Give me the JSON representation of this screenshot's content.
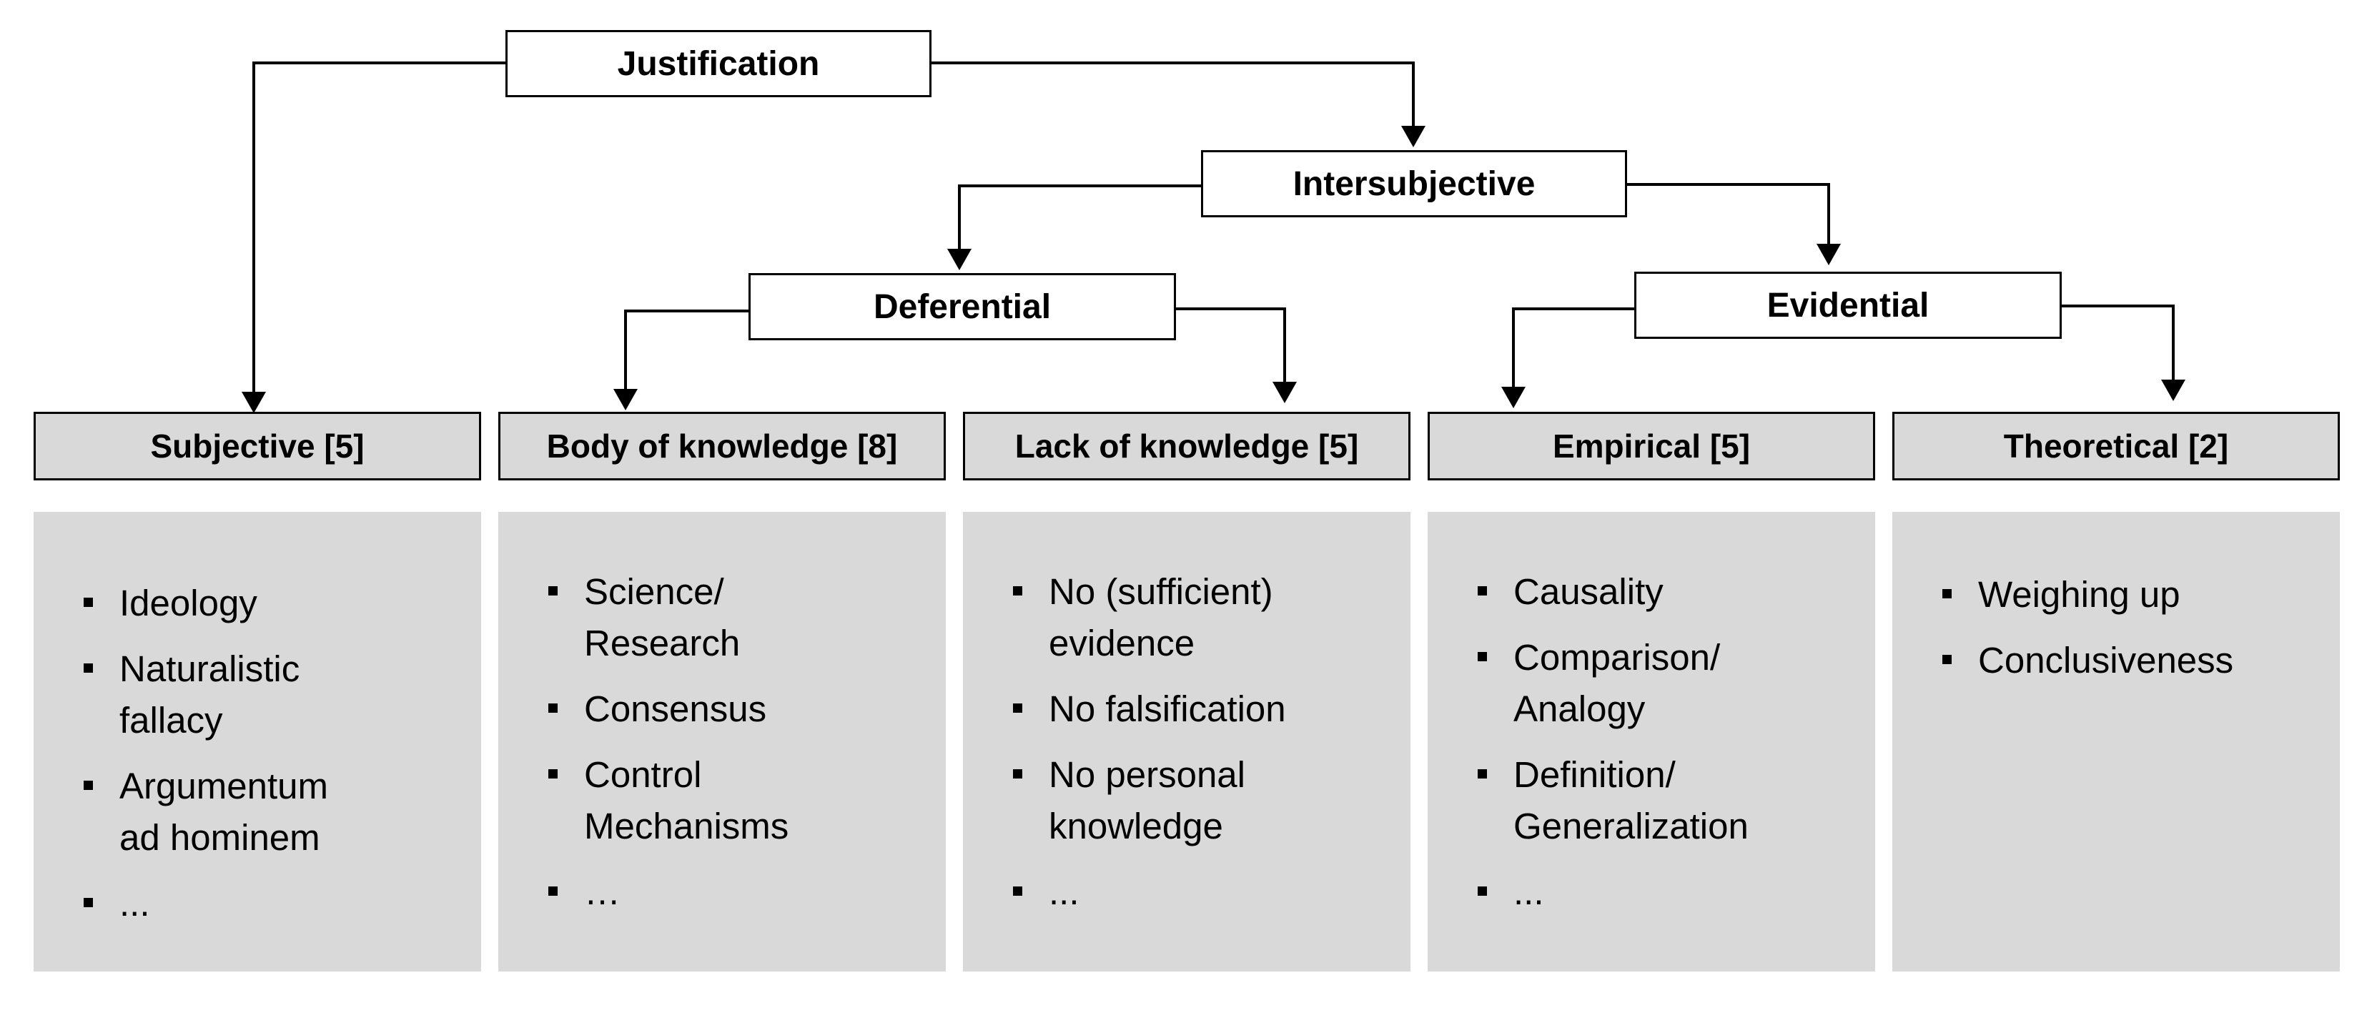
{
  "diagram": {
    "root": {
      "label": "Justification"
    },
    "intersubjective": {
      "label": "Intersubjective"
    },
    "deferential": {
      "label": "Deferential"
    },
    "evidential": {
      "label": "Evidential"
    },
    "categories": [
      {
        "key": "subjective",
        "label": "Subjective [5]",
        "items": [
          [
            "Ideology"
          ],
          [
            "Naturalistic",
            "fallacy"
          ],
          [
            "Argumentum",
            "ad hominem"
          ],
          [
            "..."
          ]
        ]
      },
      {
        "key": "body-of-knowledge",
        "label": "Body of knowledge [8]",
        "items": [
          [
            "Science/",
            "Research"
          ],
          [
            "Consensus"
          ],
          [
            "Control",
            "Mechanisms"
          ],
          [
            "…"
          ]
        ]
      },
      {
        "key": "lack-of-knowledge",
        "label": "Lack of knowledge [5]",
        "items": [
          [
            "No (sufficient)",
            "evidence"
          ],
          [
            "No falsification"
          ],
          [
            "No personal",
            "knowledge"
          ],
          [
            "..."
          ]
        ]
      },
      {
        "key": "empirical",
        "label": "Empirical [5]",
        "items": [
          [
            "Causality"
          ],
          [
            "Comparison/",
            "Analogy"
          ],
          [
            "Definition/",
            "Generalization"
          ],
          [
            "..."
          ]
        ]
      },
      {
        "key": "theoretical",
        "label": "Theoretical [2]",
        "items": [
          [
            "Weighing up"
          ],
          [
            "Conclusiveness"
          ]
        ]
      }
    ]
  }
}
